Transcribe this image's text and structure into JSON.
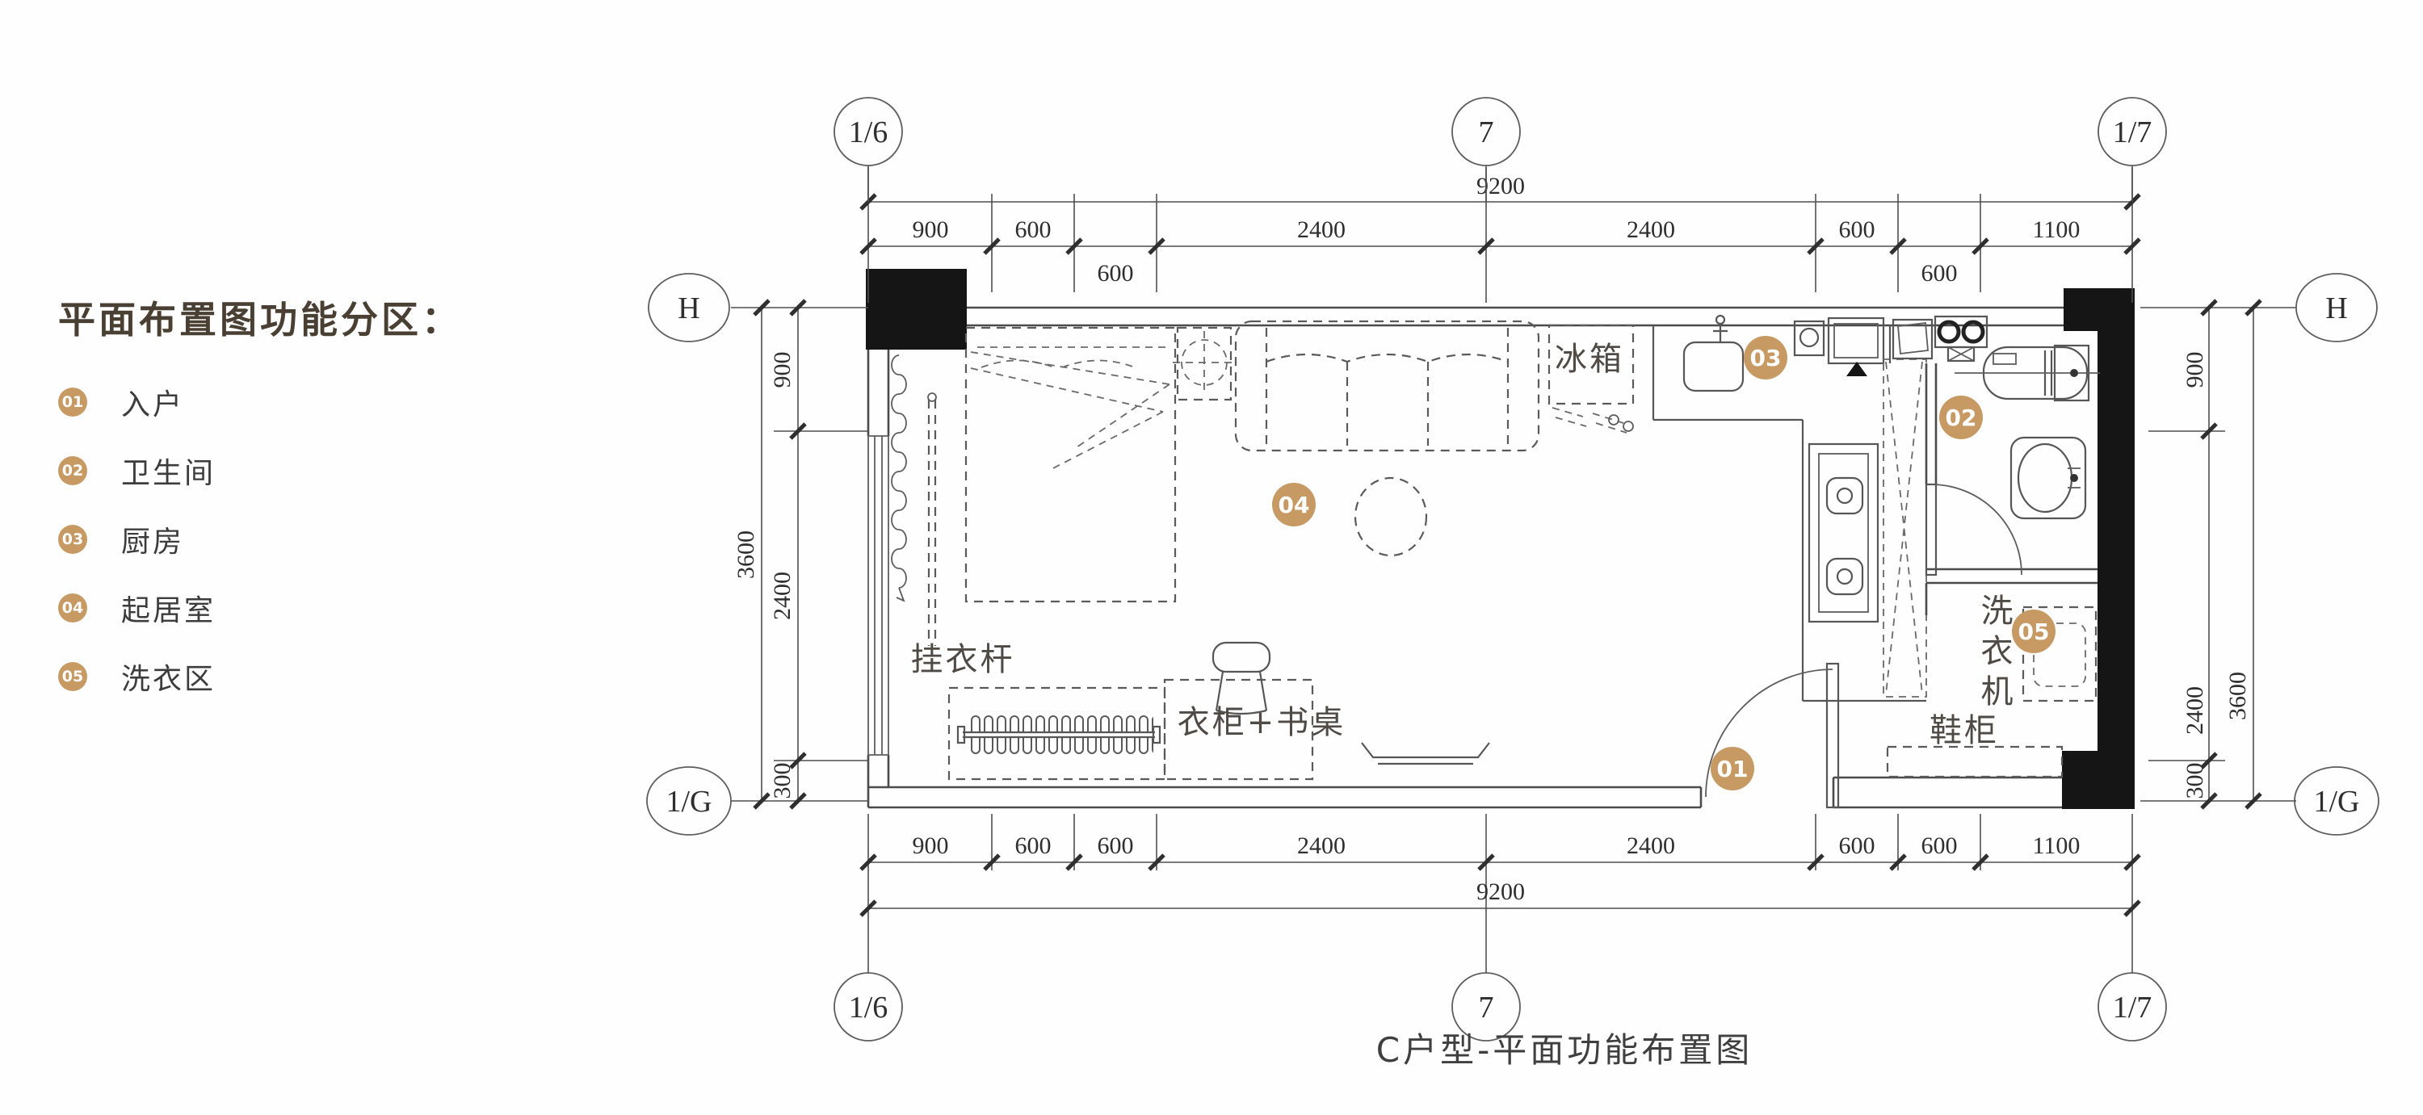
{
  "legend": {
    "title": "平面布置图功能分区：",
    "items": [
      {
        "id": "01",
        "label": "入户"
      },
      {
        "id": "02",
        "label": "卫生间"
      },
      {
        "id": "03",
        "label": "厨房"
      },
      {
        "id": "04",
        "label": "起居室"
      },
      {
        "id": "05",
        "label": "洗衣区"
      }
    ]
  },
  "grid": {
    "cols": [
      "1/6",
      "7",
      "1/7"
    ],
    "rows": [
      "H",
      "1/G"
    ]
  },
  "dims": {
    "top": {
      "overall": "9200",
      "upper_row": [
        "900",
        "600",
        "2400",
        "2400",
        "600",
        "1100"
      ],
      "lower_row": [
        "600",
        "600"
      ]
    },
    "bottom": {
      "overall": "9200",
      "row": [
        "900",
        "600",
        "600",
        "2400",
        "2400",
        "600",
        "600",
        "1100"
      ]
    },
    "left": {
      "overall": "3600",
      "segments": [
        "900",
        "2400",
        "300"
      ]
    },
    "right": {
      "overall": "3600",
      "segments": [
        "900",
        "2400",
        "300"
      ]
    }
  },
  "plan": {
    "title": "C户型-平面功能布置图",
    "badges": {
      "entry": "01",
      "bathroom": "02",
      "kitchen": "03",
      "living": "04",
      "laundry": "05"
    },
    "labels": {
      "fridge": "冰箱",
      "clothes_rail": "挂衣杆",
      "wardrobe_desk": "衣柜+书桌",
      "washer_chars": [
        "洗",
        "衣",
        "机"
      ],
      "shoe_cabinet": "鞋柜"
    }
  },
  "colors": {
    "badge": "#C79A64",
    "line": "#4b4b4b",
    "legend_title": "#4a3f33"
  }
}
